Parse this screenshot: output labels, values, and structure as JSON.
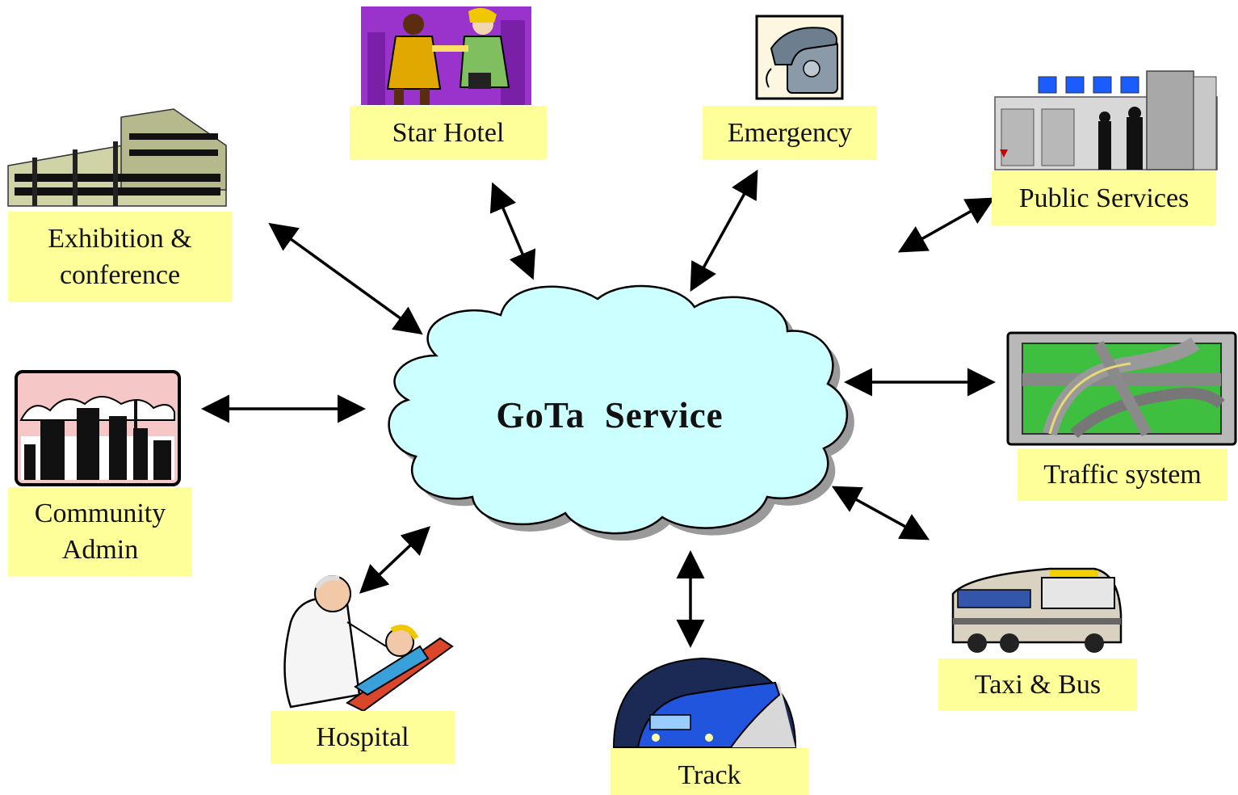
{
  "center": {
    "label": "GoTa  Service"
  },
  "nodes": [
    {
      "id": "star_hotel",
      "lines": [
        "Star Hotel"
      ],
      "icon": "business-handshake-icon"
    },
    {
      "id": "emergency",
      "lines": [
        "Emergency"
      ],
      "icon": "telephone-icon"
    },
    {
      "id": "public_services",
      "lines": [
        "Public Services"
      ],
      "icon": "computer-servers-icon"
    },
    {
      "id": "exhibition",
      "lines": [
        "Exhibition &",
        "conference"
      ],
      "icon": "office-building-icon"
    },
    {
      "id": "traffic",
      "lines": [
        "Traffic system"
      ],
      "icon": "highway-interchange-icon"
    },
    {
      "id": "community",
      "lines": [
        "Community",
        "Admin"
      ],
      "icon": "city-skyline-icon"
    },
    {
      "id": "taxi_bus",
      "lines": [
        "Taxi & Bus"
      ],
      "icon": "bus-icon"
    },
    {
      "id": "hospital",
      "lines": [
        "Hospital"
      ],
      "icon": "dentist-patient-icon"
    },
    {
      "id": "track",
      "lines": [
        "Track"
      ],
      "icon": "train-tunnel-icon"
    }
  ],
  "colors": {
    "label_background": "#ffff99",
    "cloud_fill": "#ccffff",
    "cloud_stroke": "#000000",
    "arrow": "#000000"
  }
}
